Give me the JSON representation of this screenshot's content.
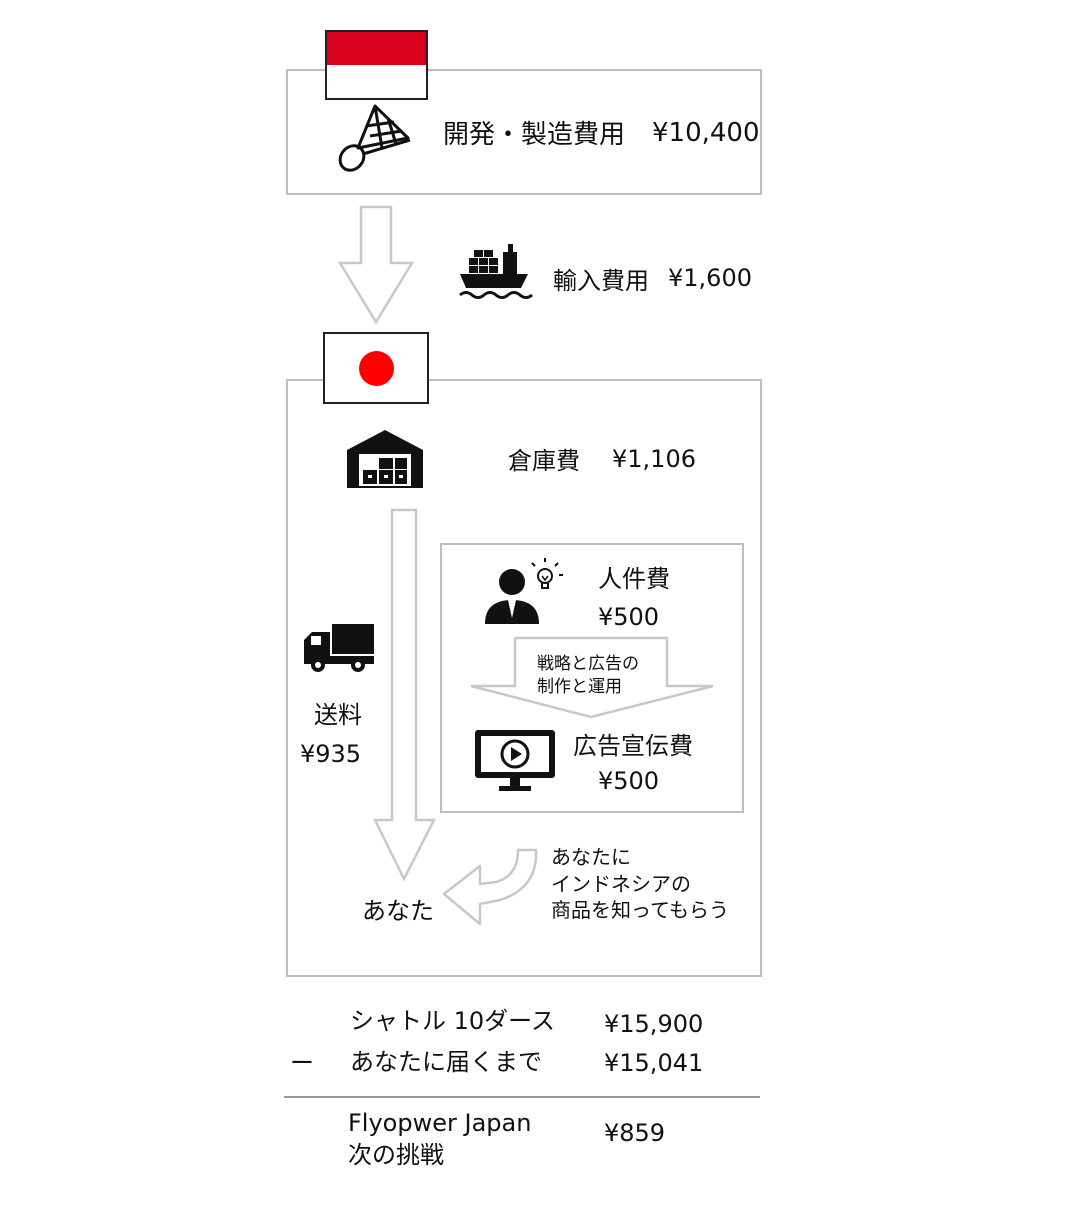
{
  "indonesia": {
    "cost_label": "開発・製造費用",
    "cost_value": "¥10,400",
    "flag_top_color": "#d9001b",
    "flag_bottom_color": "#ffffff",
    "icon": "shuttlecock-icon"
  },
  "transfer": {
    "label": "輸入費用",
    "value": "¥1,600",
    "icon": "cargo-ship-icon"
  },
  "japan": {
    "flag_circle_color": "#ff0000",
    "warehouse": {
      "label": "倉庫費",
      "value": "¥1,106",
      "icon": "warehouse-icon"
    },
    "shipping": {
      "label": "送料",
      "value": "¥935",
      "icon": "delivery-truck-icon"
    },
    "staff": {
      "label": "人件費",
      "value": "¥500",
      "icon": "businessman-idea-icon"
    },
    "note": {
      "line1": "戦略と広告の",
      "line2": "制作と運用"
    },
    "ads": {
      "label": "広告宣伝費",
      "value": "¥500",
      "icon": "video-monitor-icon"
    },
    "destination": "あなた",
    "message": {
      "line1": "あなたに",
      "line2": "インドネシアの",
      "line3": "商品を知ってもらう"
    }
  },
  "summary": {
    "rows": [
      {
        "sign": "",
        "label": "シャトル 10ダース",
        "value": "¥15,900"
      },
      {
        "sign": "ー",
        "label": "あなたに届くまで",
        "value": "¥15,041"
      }
    ],
    "result": {
      "line1": "Flyopwer Japan",
      "line2": "次の挑戦",
      "value": "¥859"
    }
  }
}
